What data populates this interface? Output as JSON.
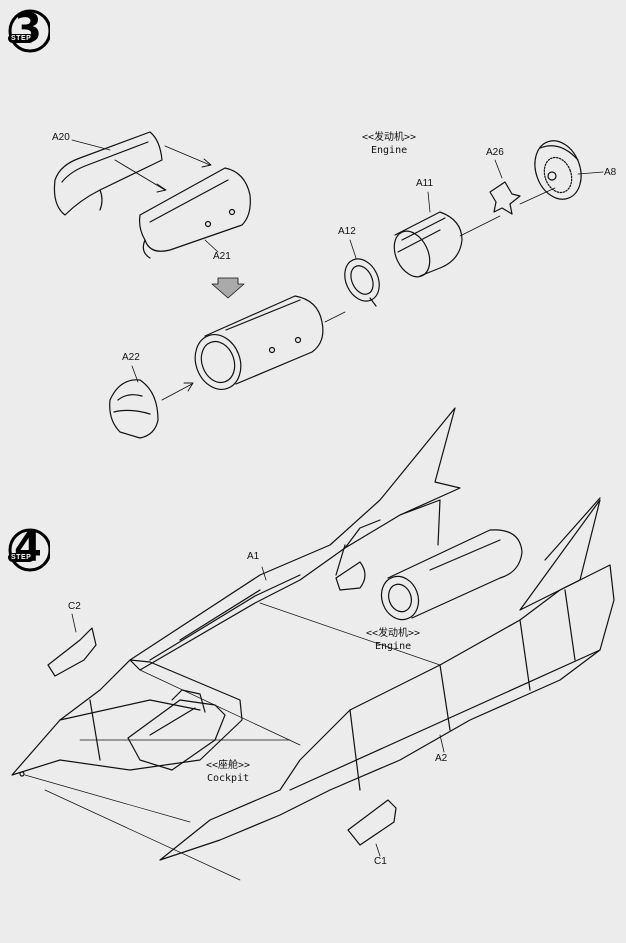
{
  "step3": {
    "number": "3",
    "tag": "STEP",
    "parts": {
      "a20": "A20",
      "a21": "A21",
      "a22": "A22",
      "a11": "A11",
      "a12": "A12",
      "a26": "A26",
      "a8": "A8"
    },
    "engine_cn": "<<发动机>>",
    "engine_en": "Engine"
  },
  "step4": {
    "number": "4",
    "tag": "STEP",
    "parts": {
      "a1": "A1",
      "a2": "A2",
      "c1": "C1",
      "c2": "C2"
    },
    "engine_cn": "<<发动机>>",
    "engine_en": "Engine",
    "cockpit_cn": "<<座舱>>",
    "cockpit_en": "Cockpit"
  }
}
